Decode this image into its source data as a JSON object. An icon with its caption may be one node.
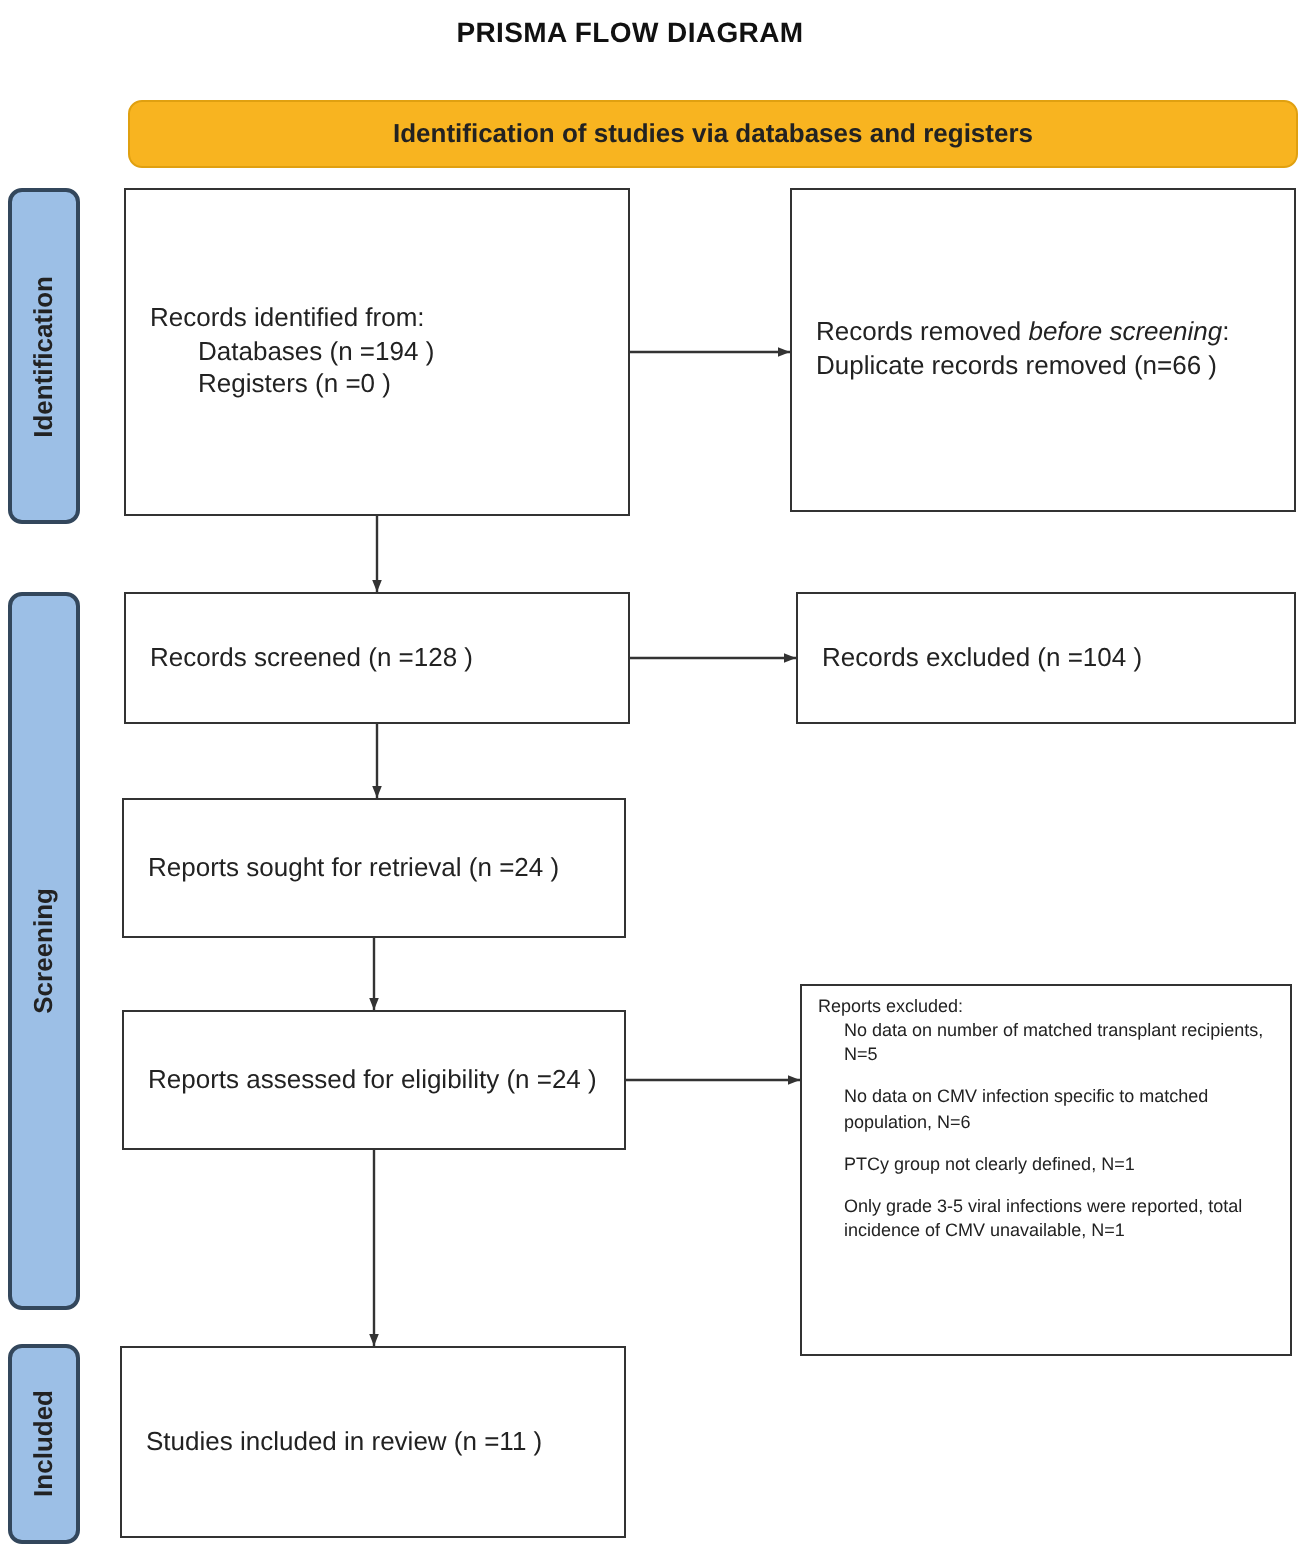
{
  "diagram": {
    "title": "PRISMA FLOW DIAGRAM",
    "nodes": [
      {
        "text": [
          "Identification of studies via databases and registers"
        ]
      },
      {
        "text": [
          "Identification"
        ]
      },
      {
        "text": [
          "Records identified from:",
          "Databases (n =194 )",
          "Registers (n =0 )"
        ]
      },
      {
        "text": [
          "Records removed *before screening*:",
          "Duplicate records removed (n=66 )"
        ]
      },
      {
        "text": [
          "Screening"
        ]
      },
      {
        "text": [
          "Records screened (n =128 )"
        ]
      },
      {
        "text": [
          "Records excluded (n =104 )"
        ]
      },
      {
        "text": [
          "Reports sought for retrieval (n =24 )"
        ]
      },
      {
        "text": [
          "Reports assessed for eligibility (n =24 )"
        ]
      },
      {
        "text": [
          "Reports excluded:",
          "No data on number of matched transplant recipients, N=5",
          "No data on CMV infection specific to matched population, N=6",
          "PTCy group not clearly defined, N=1",
          "Only grade 3-5 viral infections were reported, total incidence of CMV unavailable, N=1"
        ]
      },
      {
        "text": [
          "Included"
        ]
      },
      {
        "text": [
          "Studies included in review (n =11 )"
        ]
      }
    ],
    "edges": [
      {
        "from": 2,
        "to": 3,
        "arrow": "to"
      },
      {
        "from": 2,
        "to": 5,
        "arrow": "to"
      },
      {
        "from": 5,
        "to": 6,
        "arrow": "to"
      },
      {
        "from": 5,
        "to": 7,
        "arrow": "to"
      },
      {
        "from": 7,
        "to": 8,
        "arrow": "to"
      },
      {
        "from": 8,
        "to": 9,
        "arrow": "to"
      },
      {
        "from": 8,
        "to": 11,
        "arrow": "to"
      }
    ]
  }
}
